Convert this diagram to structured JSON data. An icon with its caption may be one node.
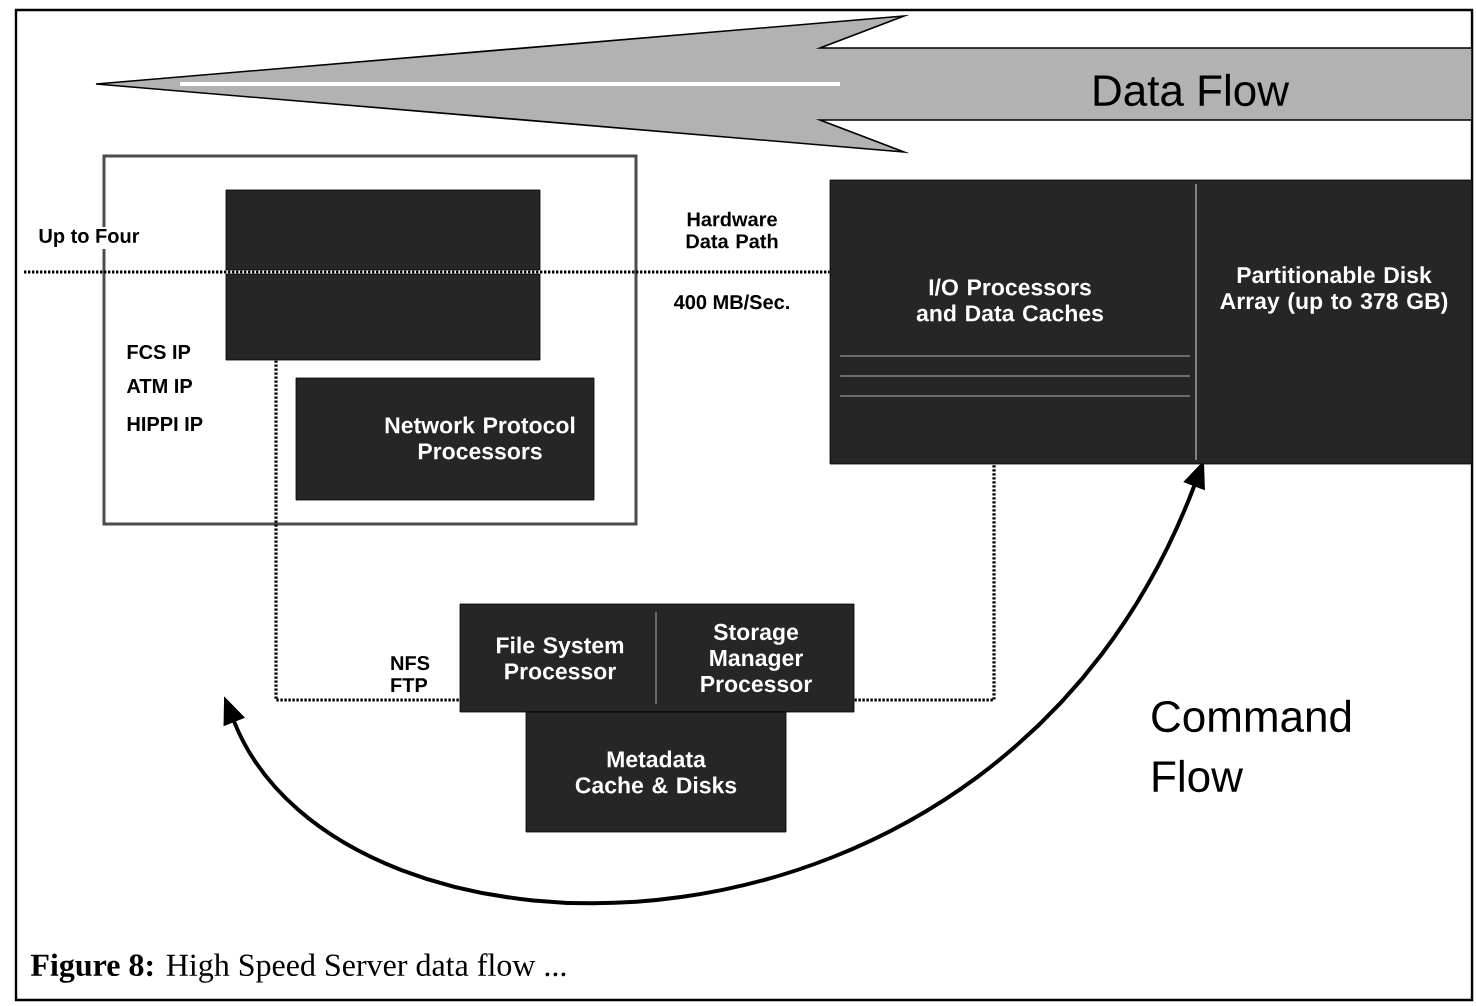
{
  "diagram": {
    "caption": "**Figure 8:** High Speed Server data flow ...",
    "nodes": [
      {
        "text": [],
        "shape": "box"
      },
      {
        "text": [],
        "shape": "box",
        "in": 0
      },
      {
        "text": [],
        "shape": "box",
        "in": 0
      },
      {
        "text": [
          "Network Protocol Processors"
        ],
        "in": 0
      },
      {
        "text": [
          "I/O Processors and Data Caches",
          "Partitionable Disk Array (up to 378 GB)"
        ]
      },
      {
        "text": [
          "File System Processor",
          "Storage Manager Processor"
        ]
      },
      {
        "text": [
          "Metadata Cache & Disks"
        ]
      }
    ],
    "edges": [
      {
        "from": null,
        "to": 4,
        "arrow": "none"
      },
      {
        "from": 2,
        "to": 5,
        "arrow": "none"
      },
      {
        "from": 5,
        "to": 4,
        "arrow": "none"
      }
    ],
    "labels": [
      "Data Flow",
      "Up to Four",
      "Hardware Data Path",
      "400 MB/Sec.",
      "FCS IP",
      "ATM IP",
      "HIPPI IP",
      "NFS FTP",
      "Command Flow"
    ]
  }
}
